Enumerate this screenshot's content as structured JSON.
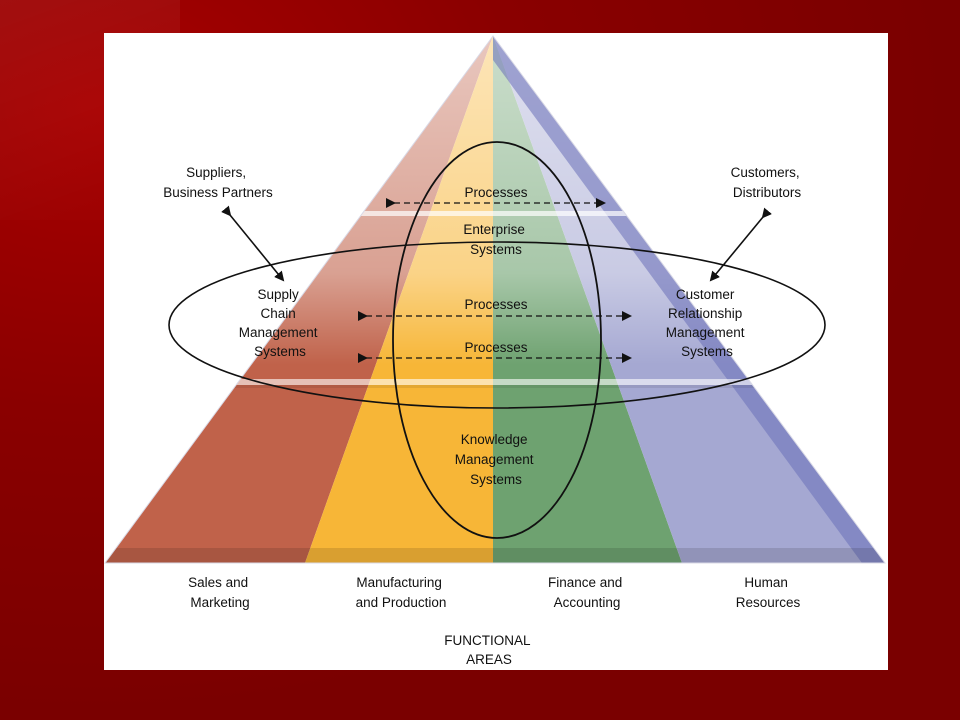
{
  "diagram": {
    "suppliers": [
      "Suppliers,",
      "Business Partners"
    ],
    "customers": [
      "Customers,",
      "Distributors"
    ],
    "processes_top": "Processes",
    "enterprise": [
      "Enterprise",
      "Systems"
    ],
    "supply_chain": [
      "Supply",
      "Chain",
      "Management",
      "Systems"
    ],
    "crm": [
      "Customer",
      "Relationship",
      "Management",
      "Systems"
    ],
    "processes_mid": "Processes",
    "processes_low": "Processes",
    "knowledge": [
      "Knowledge",
      "Management",
      "Systems"
    ],
    "functional_areas": [
      [
        "Sales and",
        "Marketing"
      ],
      [
        "Manufacturing",
        "and Production"
      ],
      [
        "Finance and",
        "Accounting"
      ],
      [
        "Human",
        "Resources"
      ]
    ],
    "functional_title": [
      "FUNCTIONAL",
      "AREAS"
    ],
    "colors": {
      "sales": "#c0624a",
      "manufacturing": "#f7b637",
      "finance": "#6ea270",
      "hr": "#a5a8d2"
    }
  }
}
